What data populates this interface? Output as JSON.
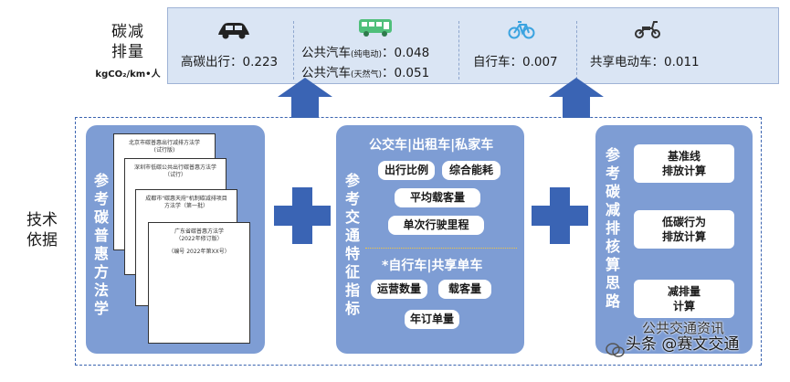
{
  "header": {
    "title_line1": "碳减",
    "title_line2": "排量",
    "unit": "kgCO₂/km•人"
  },
  "emissions": [
    {
      "icon": "car-icon",
      "label": "高碳出行：",
      "value": "0.223"
    },
    {
      "icon": "bus-icon",
      "lines": [
        {
          "label": "公共汽车",
          "note": "(纯电动)",
          "value": "：0.048"
        },
        {
          "label": "公共汽车",
          "note": "(天然气)",
          "value": "：0.051"
        }
      ]
    },
    {
      "icon": "bicycle-icon",
      "label": "自行车：",
      "value": "0.007"
    },
    {
      "icon": "scooter-icon",
      "label": "共享电动车：",
      "value": "0.011"
    }
  ],
  "side_label": {
    "line1": "技术",
    "line2": "依据"
  },
  "panel_methods": {
    "title": "参考碳普惠方法学",
    "docs": [
      {
        "title": "北京市碳普惠出行减排方法学",
        "sub": "(试行版)"
      },
      {
        "title": "深圳市低碳公共出行碳普惠方法学",
        "sub": "（试行）"
      },
      {
        "title": "成都市\"碳惠天府\"机制碳减排项目",
        "sub": "方法学（第一批）"
      },
      {
        "title": "广东省碳普惠方法学",
        "sub": "（2022年修订版）",
        "code": "（编号 2022年第XX号）"
      }
    ]
  },
  "panel_features": {
    "title": "参考交通特征指标",
    "group1_head": "公交车|出租车|私家车",
    "group1_tags": [
      "出行比例",
      "综合能耗",
      "平均载客量",
      "单次行驶里程"
    ],
    "group2_head": "*自行车|共享单车",
    "group2_tags": [
      "运营数量",
      "载客量",
      "年订单量"
    ]
  },
  "panel_accounting": {
    "title": "参考碳减排核算思路",
    "cards": [
      {
        "line1": "基准线",
        "line2": "排放计算"
      },
      {
        "line1": "低碳行为",
        "line2": "排放计算"
      },
      {
        "line1": "减排量",
        "line2": "计算"
      }
    ]
  },
  "watermark": {
    "brand": "公共交通资讯",
    "text": "头条 @赛文交通"
  },
  "colors": {
    "panel": "#7e9dd4",
    "arrow": "#3a64b4",
    "band": "#dae5f4",
    "frame": "#3b64b0"
  }
}
